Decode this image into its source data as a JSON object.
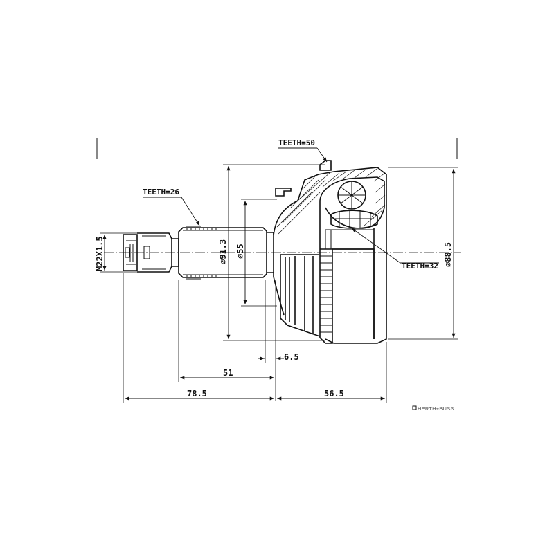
{
  "drawing": {
    "labels": {
      "teeth_top": "TEETH=50",
      "teeth_shaft": "TEETH=26",
      "teeth_inner": "TEETH=32",
      "thread": "M22X1.5"
    },
    "dimensions": {
      "dia_913": "⌀91.3",
      "dia_55": "⌀55",
      "dia_885": "⌀88.5",
      "len_65": "6.5",
      "len_51": "51",
      "len_785": "78.5",
      "len_565": "56.5"
    },
    "brand": "HERTH+BUSS"
  }
}
